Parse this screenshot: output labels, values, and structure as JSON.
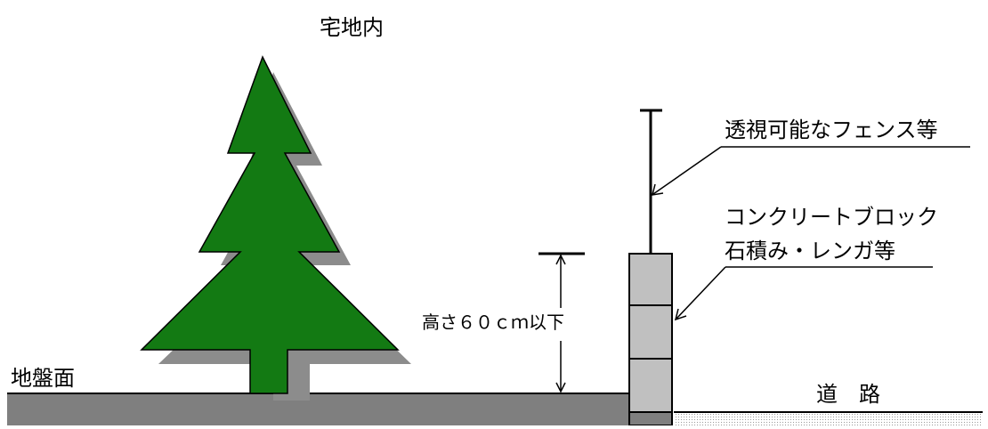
{
  "labels": {
    "yard_interior": "宅地内",
    "ground_surface": "地盤面",
    "road": "道　路",
    "height_limit": "高さ６０ｃｍ以下",
    "fence": "透視可能なフェンス等",
    "block_line1": "コンクリートブロック",
    "block_line2": "石積み・レンガ等"
  },
  "colors": {
    "tree_fill": "#137a13",
    "tree_shadow": "#8c8c8c",
    "ground": "#7f7f7f",
    "block": "#c0c0c0",
    "road_pattern": "#c8c8c8",
    "line": "#000000"
  }
}
